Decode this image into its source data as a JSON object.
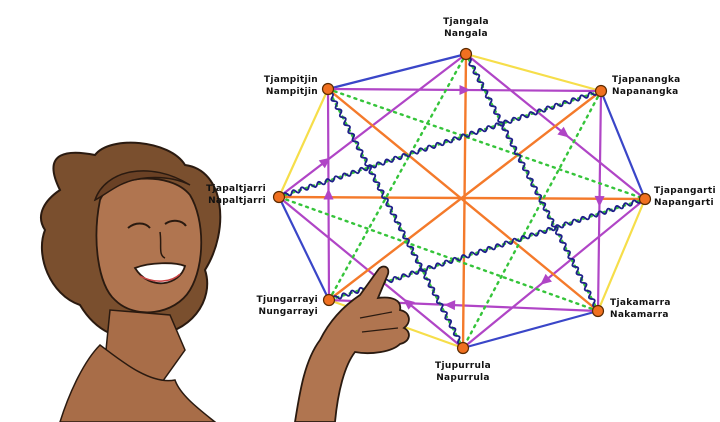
{
  "diagram": {
    "colors": {
      "background": "#ffffff",
      "perimeter_blue": "#3a46c8",
      "perimeter_yellow": "#f6de4a",
      "purple": "#b045c6",
      "orange": "#f47a2b",
      "green_dotted": "#35c43a",
      "navy_wavy": "#1f1f8a",
      "node": "#f07020",
      "skin": "#b07550",
      "hair": "#7a4f2e"
    },
    "nodes": [
      {
        "id": "n0",
        "line1": "Tjangala",
        "line2": "Nangala"
      },
      {
        "id": "n1",
        "line1": "Tjapanangka",
        "line2": "Napanangka"
      },
      {
        "id": "n2",
        "line1": "Tjapangarti",
        "line2": "Napangarti"
      },
      {
        "id": "n3",
        "line1": "Tjakamarra",
        "line2": "Nakamarra"
      },
      {
        "id": "n4",
        "line1": "Tjupurrula",
        "line2": "Napurrula"
      },
      {
        "id": "n5",
        "line1": "Tjungarrayi",
        "line2": "Nungarrayi"
      },
      {
        "id": "n6",
        "line1": "Tjapaltjarri",
        "line2": "Napaltjarri"
      },
      {
        "id": "n7",
        "line1": "Tjampitjin",
        "line2": "Nampitjin"
      }
    ],
    "icons": {
      "presenter": "woman-portrait",
      "hand": "pointing-hand"
    }
  }
}
